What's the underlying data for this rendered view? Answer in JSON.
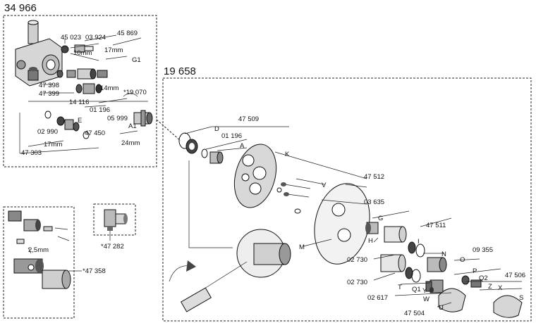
{
  "kits": {
    "box1": "34 966",
    "box2": "19 658"
  },
  "labels": {
    "p45023": "45 023",
    "p03924": "03 924",
    "p45869": "45 869",
    "d10mm": "10mm",
    "d17mm_a": "17mm",
    "g1": "G1",
    "p47398": "47 398",
    "p47399": "47 399",
    "d14mm": "14mm",
    "p19070": "*19 070",
    "p14116": "14 116",
    "p01196a": "01 196",
    "p05999": "05 999",
    "e": "E",
    "p02990": "02 990",
    "a1": "A1",
    "p47450": "47 450",
    "d17mm_b": "17mm",
    "d24mm": "24mm",
    "p47303": "47 303",
    "p47509": "47 509",
    "d": "D",
    "p01196b": "01 196",
    "a": "A",
    "k": "K",
    "p47512": "47 512",
    "v": "V",
    "p03635": "03 635",
    "g": "G",
    "p47511": "47 511",
    "m": "M",
    "h": "H",
    "i": "I",
    "n": "N",
    "p09355": "09 355",
    "p02730a": "02 730",
    "o": "O",
    "p02730b": "02 730",
    "p": "P",
    "q2": "Q2",
    "p47506": "47 506",
    "t": "T",
    "q1": "Q1",
    "x": "X",
    "z": "Z",
    "s": "S",
    "p02617": "02 617",
    "y": "Y",
    "w": "W",
    "p47504": "47 504",
    "u": "U",
    "p47358": "*47 358",
    "d25mm": "2,5mm",
    "p47282": "*47 282"
  }
}
